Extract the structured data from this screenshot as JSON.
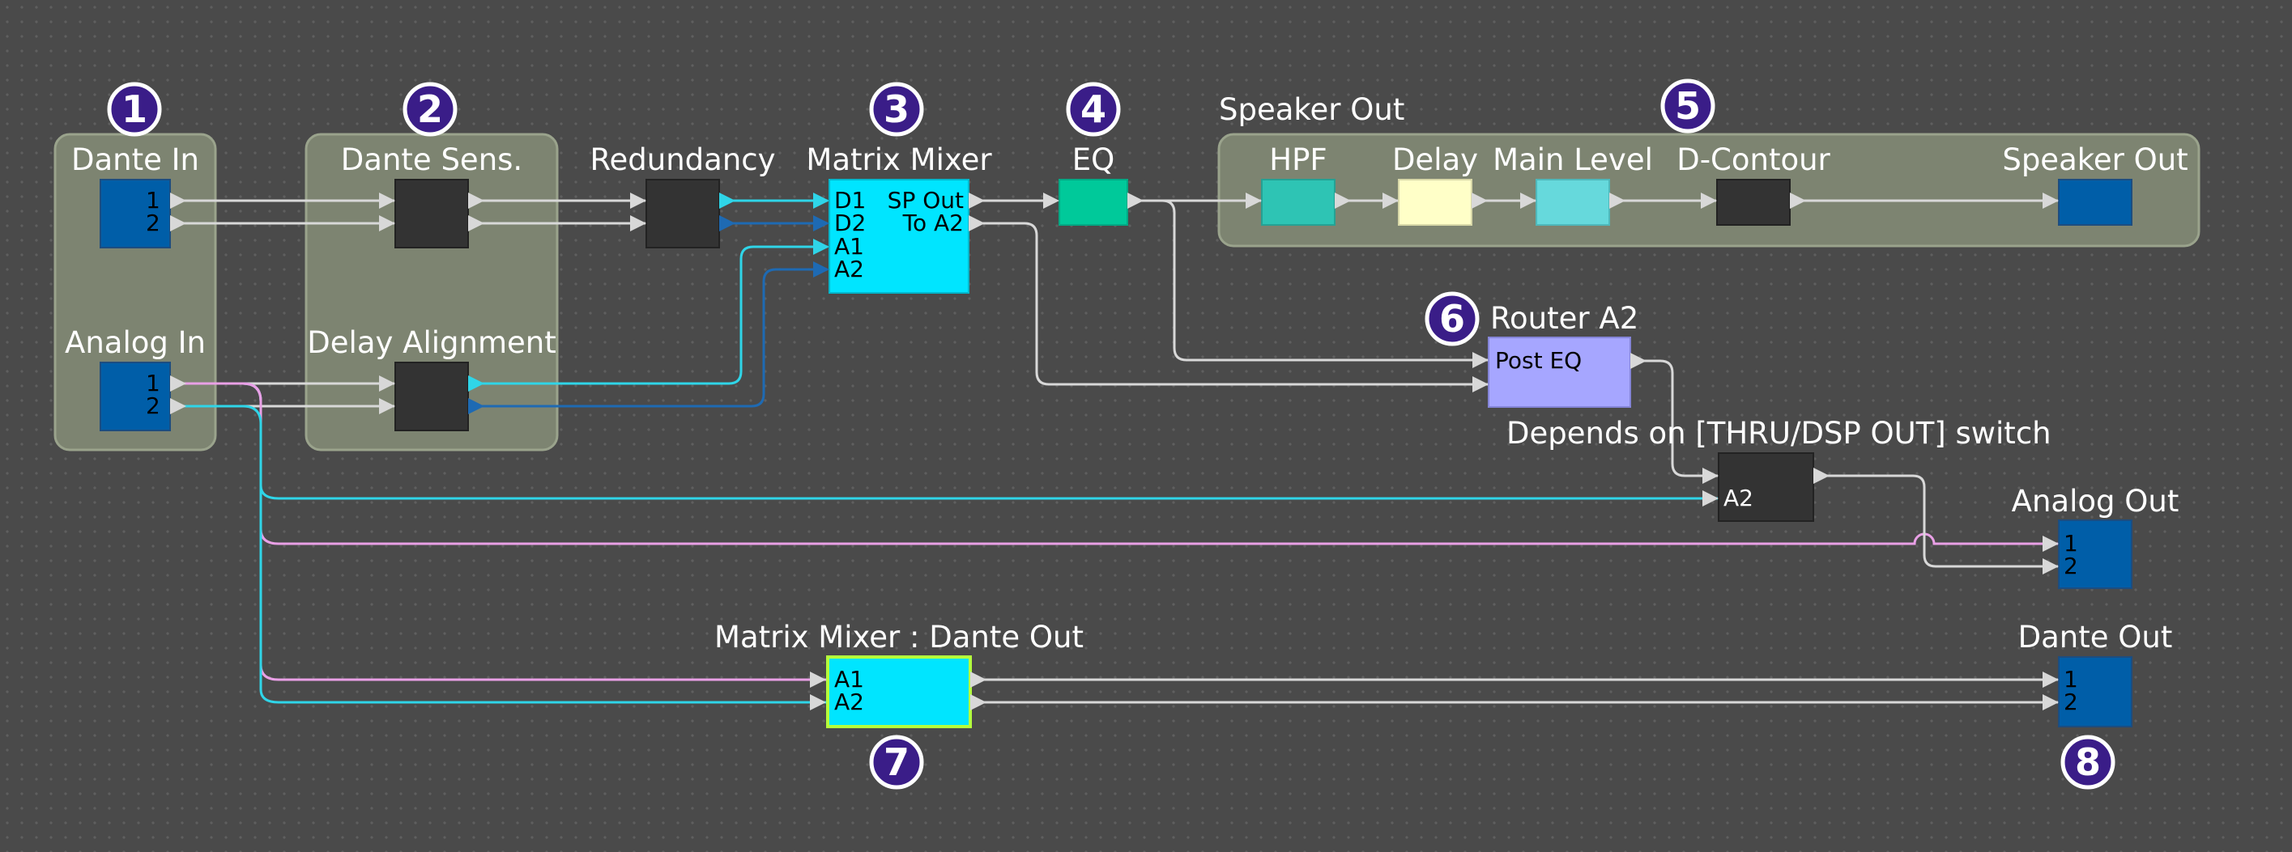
{
  "markers": {
    "m1": "1",
    "m2": "2",
    "m3": "3",
    "m4": "4",
    "m5": "5",
    "m6": "6",
    "m7": "7",
    "m8": "8"
  },
  "groups": {
    "dante_in": "Dante In",
    "analog_in": "Analog In",
    "dante_sens": "Dante Sens.",
    "delay_alignment": "Delay Alignment",
    "speaker_out_group": "Speaker Out"
  },
  "blocks": {
    "redundancy": "Redundancy",
    "matrix_mixer": "Matrix Mixer",
    "eq": "EQ",
    "hpf": "HPF",
    "delay": "Delay",
    "main_level": "Main Level",
    "d_contour": "D-Contour",
    "speaker_out": "Speaker Out",
    "router_a2": "Router A2",
    "router_post_eq": "Post EQ",
    "switch_note": "Depends on [THRU/DSP OUT] switch",
    "switch_port": "A2",
    "analog_out": "Analog Out",
    "matrix_dante_out": "Matrix Mixer : Dante Out",
    "dante_out": "Dante Out"
  },
  "ports": {
    "one": "1",
    "two": "2",
    "d1": "D1",
    "d2": "D2",
    "a1": "A1",
    "a2": "A2",
    "sp_out": "SP Out",
    "to_a2": "To A2"
  },
  "colors": {
    "background": "#4a4a4a",
    "group_fill": "#7d8471",
    "io_blue": "#005ea8",
    "dark_block": "#333333",
    "matrix_cyan": "#00e5ff",
    "eq_green": "#00c99a",
    "hpf_teal": "#2ec4b4",
    "delay_yellow": "#ffffc8",
    "level_aqua": "#66d9dc",
    "router_purple": "#a6a6ff",
    "wire_gray": "#d8d8d8",
    "wire_cyan": "#2fd5e8",
    "wire_pink": "#e9a0e6",
    "wire_blue": "#1e6ab3",
    "highlight_green": "#b5ff3b"
  }
}
